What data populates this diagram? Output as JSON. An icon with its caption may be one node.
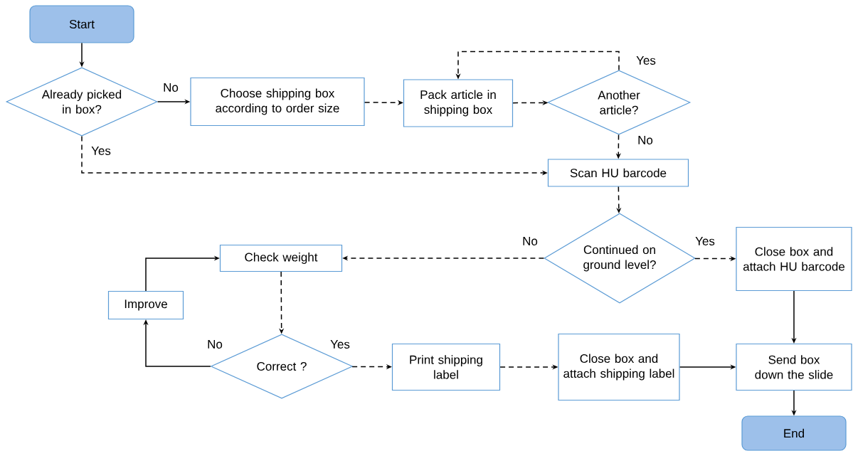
{
  "diagram": {
    "nodes": [
      {
        "text": [
          "Start"
        ]
      },
      {
        "text": [
          "Already picked in box?"
        ]
      },
      {
        "text": [
          "Choose shipping box according to order size"
        ]
      },
      {
        "text": [
          "Pack article in shipping box"
        ]
      },
      {
        "text": [
          "Another article?"
        ]
      },
      {
        "text": [
          "Scan HU barcode"
        ]
      },
      {
        "text": [
          "Continued on ground level?"
        ]
      },
      {
        "text": [
          "Close box and attach HU barcode"
        ]
      },
      {
        "text": [
          "Check weight"
        ]
      },
      {
        "text": [
          "Improve"
        ]
      },
      {
        "text": [
          "Correct ?"
        ]
      },
      {
        "text": [
          "Print shipping label"
        ]
      },
      {
        "text": [
          "Close box and attach shipping label"
        ]
      },
      {
        "text": [
          "Send box down the slide"
        ]
      },
      {
        "text": [
          "End"
        ]
      }
    ],
    "edges": [
      {
        "from": 0,
        "to": 1,
        "arrow": "to"
      },
      {
        "from": 1,
        "to": 2,
        "arrow": "to",
        "label": "No"
      },
      {
        "from": 2,
        "to": 3,
        "arrow": "to",
        "style": "dashed"
      },
      {
        "from": 3,
        "to": 4,
        "arrow": "to",
        "style": "dashed"
      },
      {
        "from": 4,
        "to": 3,
        "arrow": "to",
        "style": "dashed",
        "label": "Yes"
      },
      {
        "from": 4,
        "to": 5,
        "arrow": "to",
        "style": "dashed",
        "label": "No"
      },
      {
        "from": 1,
        "to": 5,
        "arrow": "to",
        "style": "dashed",
        "label": "Yes"
      },
      {
        "from": 5,
        "to": 6,
        "arrow": "to",
        "style": "dashed"
      },
      {
        "from": 6,
        "to": 8,
        "arrow": "to",
        "style": "dashed",
        "label": "No"
      },
      {
        "from": 6,
        "to": 7,
        "arrow": "to",
        "style": "dashed",
        "label": "Yes"
      },
      {
        "from": 8,
        "to": 10,
        "arrow": "to",
        "style": "dashed"
      },
      {
        "from": 10,
        "to": 9,
        "arrow": "to",
        "label": "No"
      },
      {
        "from": 9,
        "to": 8,
        "arrow": "to"
      },
      {
        "from": 10,
        "to": 11,
        "arrow": "to",
        "style": "dashed",
        "label": "Yes"
      },
      {
        "from": 11,
        "to": 12,
        "arrow": "to",
        "style": "dashed"
      },
      {
        "from": 12,
        "to": 13,
        "arrow": "to"
      },
      {
        "from": 7,
        "to": 13,
        "arrow": "to"
      },
      {
        "from": 13,
        "to": 14,
        "arrow": "to"
      }
    ]
  }
}
